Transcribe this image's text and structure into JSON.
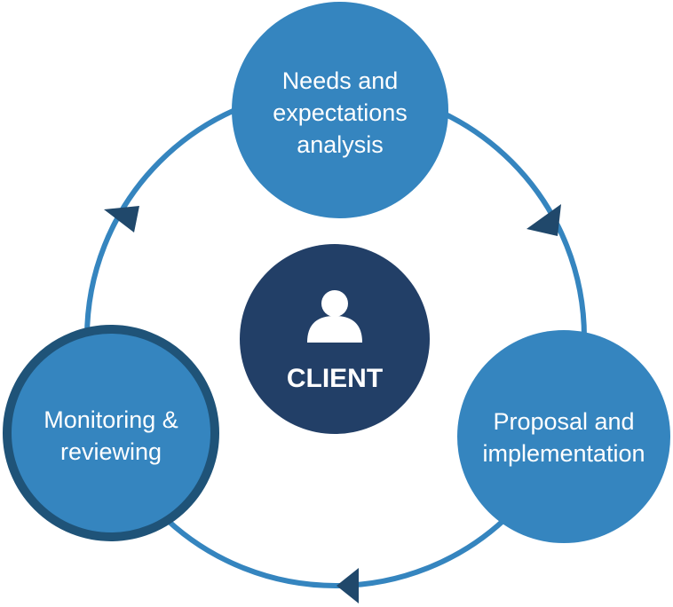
{
  "diagram": {
    "center": {
      "label": "CLIENT",
      "icon": "person-icon"
    },
    "phases": [
      {
        "id": "needs",
        "lines": [
          "Needs and",
          "expectations",
          "analysis"
        ]
      },
      {
        "id": "proposal",
        "lines": [
          "Proposal and",
          "implementation"
        ]
      },
      {
        "id": "monitoring",
        "lines": [
          "Monitoring &",
          "reviewing"
        ]
      }
    ],
    "flow": "clockwise"
  },
  "colors": {
    "phase_fill": "#3585bf",
    "monitoring_border": "#1f5378",
    "center_fill": "#223f67",
    "cycle_ring": "#3585bf",
    "arrowheads": "#20486b",
    "text": "#ffffff"
  }
}
